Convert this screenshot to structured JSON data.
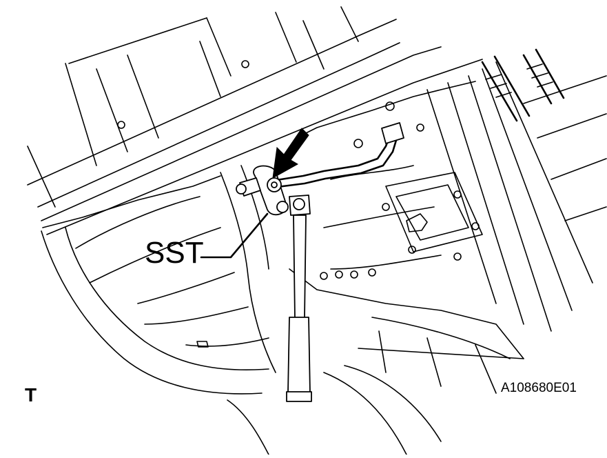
{
  "labels": {
    "sst": "SST",
    "view_mark": "T",
    "figure_id": "A108680E01"
  },
  "colors": {
    "line": "#000000",
    "background": "#ffffff"
  }
}
